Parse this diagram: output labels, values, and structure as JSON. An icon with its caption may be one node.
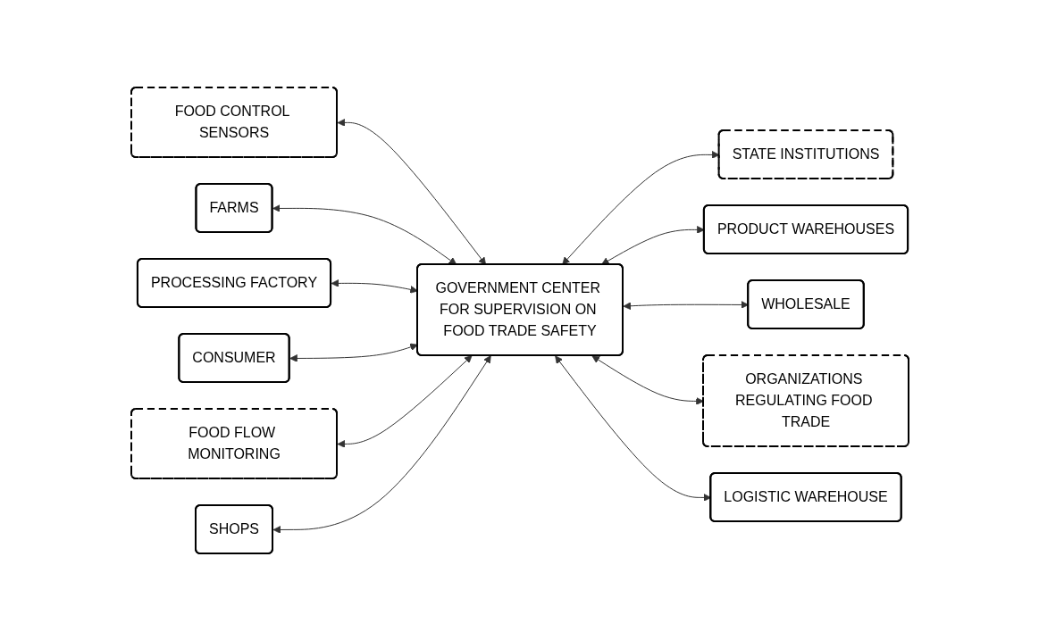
{
  "diagram": {
    "nodes": [
      {
        "text": [
          "FOOD CONTROL SENSORS"
        ]
      },
      {
        "text": [
          "STATE INSTITUTIONS"
        ]
      },
      {
        "text": [
          "FARMS"
        ]
      },
      {
        "text": [
          "PROCESSING FACTORY"
        ]
      },
      {
        "text": [
          "PRODUCT WAREHOUSES"
        ]
      },
      {
        "text": [
          "GOVERNMENT CENTER FOR SUPERVISION ON FOOD TRADE SAFETY"
        ]
      },
      {
        "text": [
          "CONSUMER"
        ]
      },
      {
        "text": [
          "WHOLESALE"
        ]
      },
      {
        "text": [
          "FOOD FLOW MONITORING"
        ]
      },
      {
        "text": [
          "ORGANIZATIONS REGULATING FOOD TRADE"
        ]
      },
      {
        "text": [
          "SHOPS"
        ]
      },
      {
        "text": [
          "LOGISTIC WAREHOUSE"
        ]
      }
    ],
    "edges": [
      {
        "from": 0,
        "to": 5,
        "arrow": "both"
      },
      {
        "from": 5,
        "to": 1,
        "arrow": "both"
      },
      {
        "from": 2,
        "to": 5,
        "arrow": "both"
      },
      {
        "from": 3,
        "to": 5,
        "arrow": "both"
      },
      {
        "from": 5,
        "to": 4,
        "arrow": "both"
      },
      {
        "from": 6,
        "to": 5,
        "arrow": "both"
      },
      {
        "from": 5,
        "to": 7,
        "arrow": "both"
      },
      {
        "from": 8,
        "to": 5,
        "arrow": "both"
      },
      {
        "from": 5,
        "to": 9,
        "arrow": "both"
      },
      {
        "from": 10,
        "to": 5,
        "arrow": "both"
      },
      {
        "from": 5,
        "to": 11,
        "arrow": "both"
      }
    ]
  }
}
